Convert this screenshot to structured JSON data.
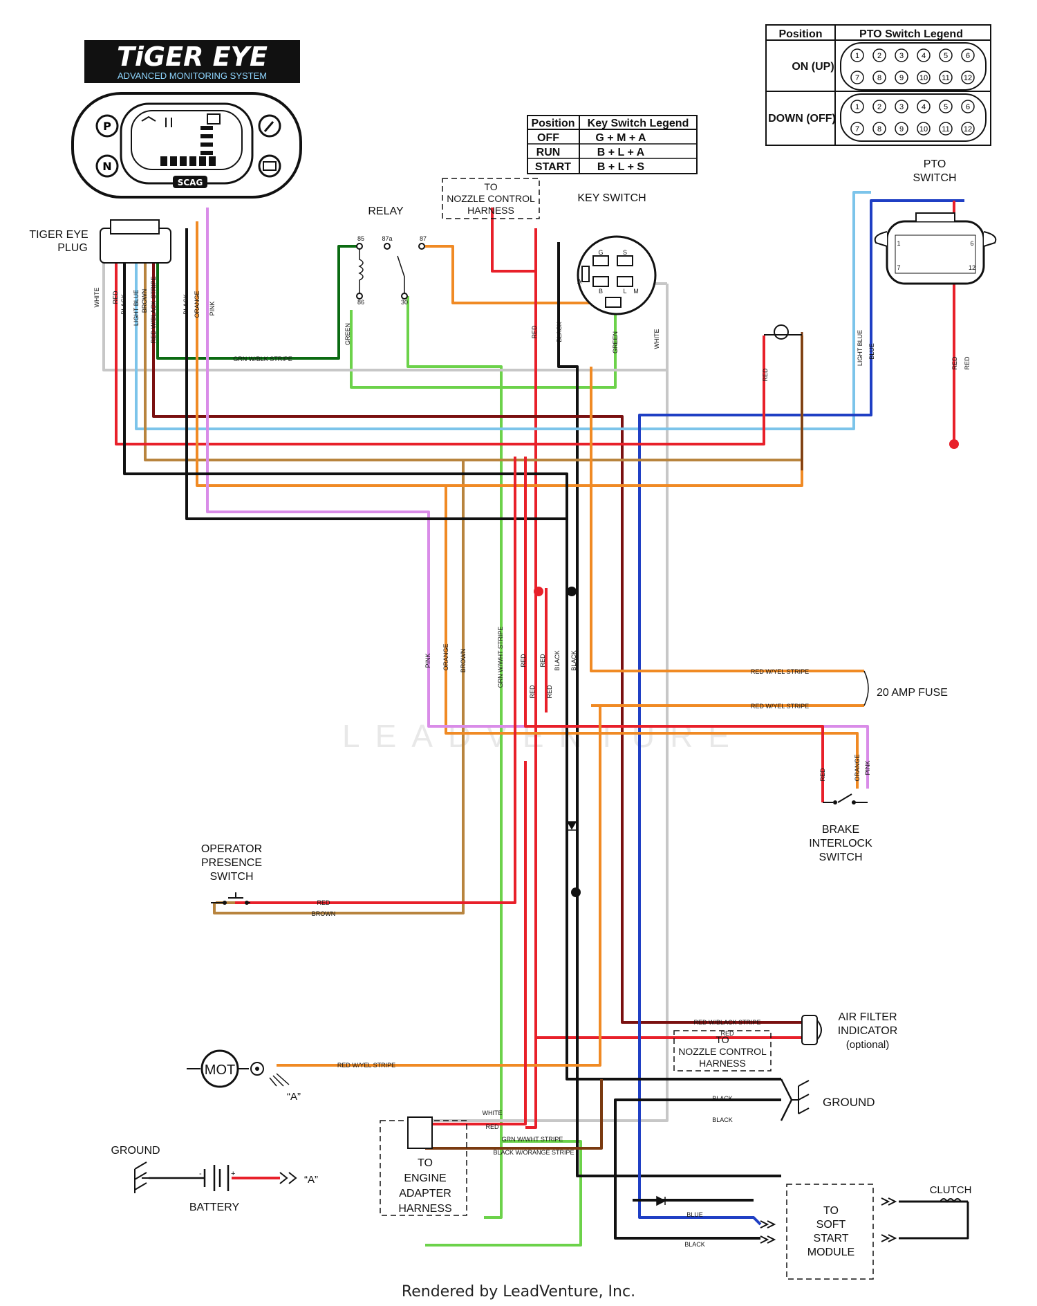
{
  "branding": {
    "logo_title": "TiGER EYE",
    "logo_subtitle": "ADVANCED MONITORING SYSTEM",
    "panel_badge": "SCAG",
    "panel_icons": [
      "p-icon",
      "n-icon",
      "wrench-icon",
      "camera-icon"
    ]
  },
  "pto_legend": {
    "header_position": "Position",
    "header_title": "PTO Switch Legend",
    "rows": [
      {
        "position": "ON (UP)",
        "pins": [
          "1",
          "2",
          "3",
          "4",
          "5",
          "6",
          "7",
          "8",
          "9",
          "10",
          "11",
          "12"
        ]
      },
      {
        "position": "DOWN (OFF)",
        "pins": [
          "1",
          "2",
          "3",
          "4",
          "5",
          "6",
          "7",
          "8",
          "9",
          "10",
          "11",
          "12"
        ]
      }
    ]
  },
  "key_legend": {
    "header_position": "Position",
    "header_title": "Key Switch Legend",
    "rows": [
      {
        "position": "OFF",
        "contacts": "G + M + A"
      },
      {
        "position": "RUN",
        "contacts": "B + L + A"
      },
      {
        "position": "START",
        "contacts": "B + L + S"
      }
    ]
  },
  "components": {
    "tiger_eye_plug": [
      "TIGER EYE",
      "PLUG"
    ],
    "relay": "RELAY",
    "relay_pins": [
      "85",
      "87a",
      "87",
      "86",
      "30"
    ],
    "key_switch": "KEY SWITCH",
    "key_terminals": [
      "G",
      "S",
      "A",
      "B",
      "L",
      "M"
    ],
    "pto_switch": [
      "PTO",
      "SWITCH"
    ],
    "pto_pins": [
      "1",
      "6",
      "7",
      "12"
    ],
    "nozzle_top": [
      "TO",
      "NOZZLE CONTROL",
      "HARNESS"
    ],
    "nozzle_bottom": [
      "TO",
      "NOZZLE CONTROL",
      "HARNESS"
    ],
    "fuse": "20 AMP FUSE",
    "brake": [
      "BRAKE",
      "INTERLOCK",
      "SWITCH"
    ],
    "operator": [
      "OPERATOR",
      "PRESENCE",
      "SWITCH"
    ],
    "air_filter": [
      "AIR FILTER",
      "INDICATOR",
      "(optional)"
    ],
    "ground_right": "GROUND",
    "ground_left": "GROUND",
    "motor": "MOT",
    "motor_ref": "“A”",
    "battery": "BATTERY",
    "battery_ref": "“A”",
    "battery_minus": "-",
    "battery_plus": "+",
    "engine_adapter": [
      "TO",
      "ENGINE",
      "ADAPTER",
      "HARNESS"
    ],
    "soft_start": [
      "TO",
      "SOFT",
      "START",
      "MODULE"
    ],
    "clutch": "CLUTCH"
  },
  "wire_labels": {
    "white": "WHITE",
    "red": "RED",
    "black": "BLACK",
    "light_blue": "LIGHT BLUE",
    "brown": "BROWN",
    "red_w_black": "RED W/BLACK STRIPE",
    "orange": "ORANGE",
    "pink": "PINK",
    "green": "GREEN",
    "grn_w_blk": "GRN W/BLK STRIPE",
    "grn_w_wht": "GRN W/WHT STRIPE",
    "blue": "BLUE",
    "red_w_yel": "RED W/YEL STRIPE",
    "black_w_orange": "BLACK W/ORANGE STRIPE",
    "red_w_black_stripe": "RED W/BLACK STRIPE"
  },
  "wire_colors": {
    "red": "#e8202a",
    "black": "#111111",
    "white": "#c7c7c7",
    "orange": "#f08a24",
    "pink": "#d98ce8",
    "light_blue": "#7cc4ea",
    "blue": "#1f3fc4",
    "brown": "#b8843e",
    "dark_red": "#7a1010",
    "green": "#6cd24a",
    "dark_green": "#0b6b12",
    "dark_brown": "#7a3a10"
  },
  "watermark": "LEADVENTURE",
  "footer": "Rendered by LeadVenture, Inc."
}
